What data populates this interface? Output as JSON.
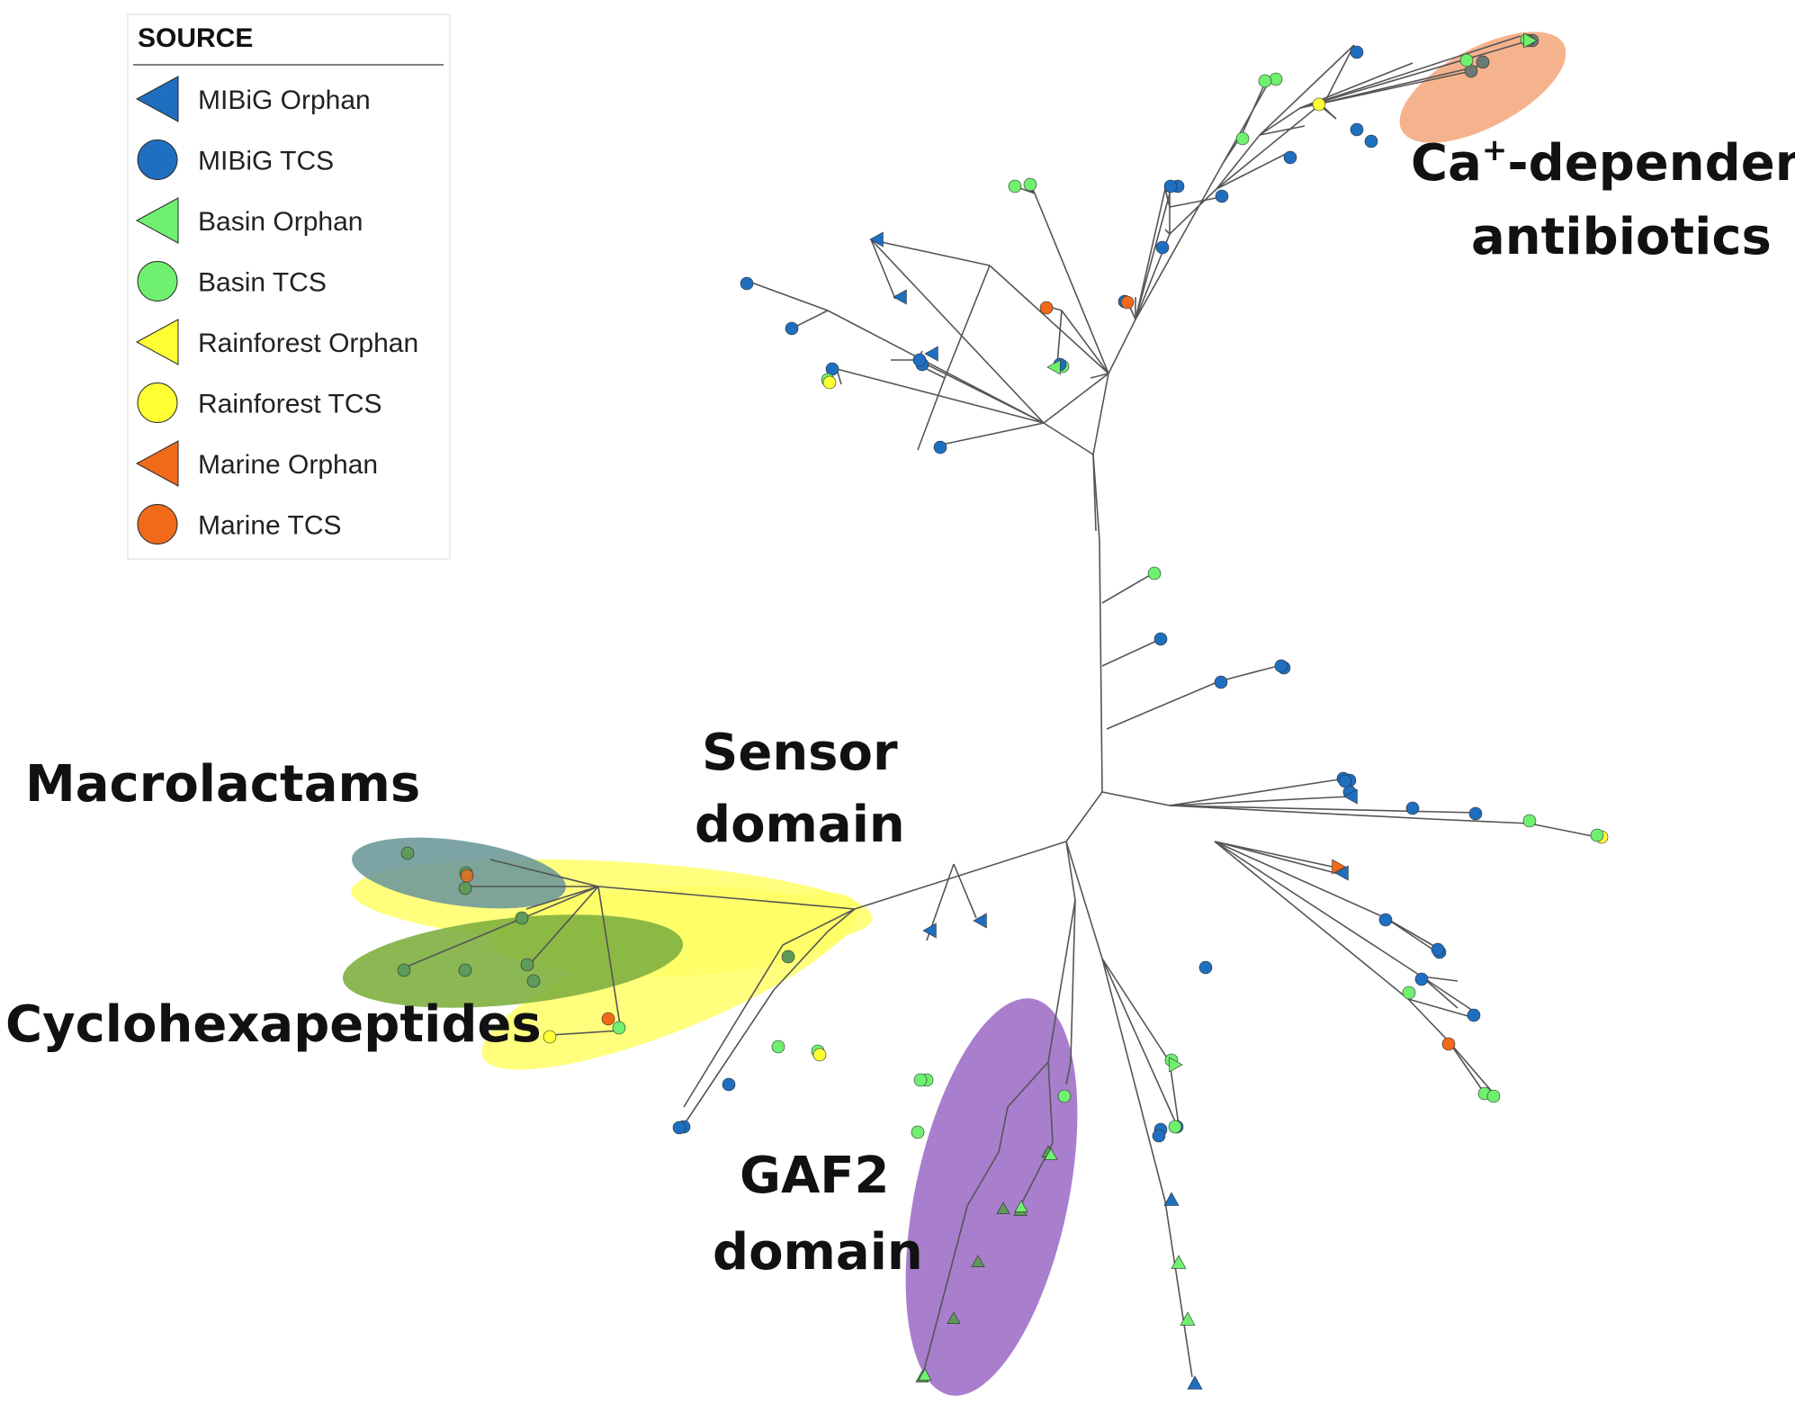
{
  "legend": {
    "title": "SOURCE",
    "items": [
      {
        "label": "MIBiG Orphan",
        "shape": "triangle",
        "color": "#1f6fc0"
      },
      {
        "label": "MIBiG TCS",
        "shape": "circle",
        "color": "#1f6fc0"
      },
      {
        "label": "Basin Orphan",
        "shape": "triangle",
        "color": "#6ff06f"
      },
      {
        "label": "Basin TCS",
        "shape": "circle",
        "color": "#6ff06f"
      },
      {
        "label": "Rainforest Orphan",
        "shape": "triangle",
        "color": "#ffff33"
      },
      {
        "label": "Rainforest TCS",
        "shape": "circle",
        "color": "#ffff33"
      },
      {
        "label": "Marine Orphan",
        "shape": "triangle",
        "color": "#f06a1a"
      },
      {
        "label": "Marine TCS",
        "shape": "circle",
        "color": "#f06a1a"
      }
    ]
  },
  "labels": {
    "ca_line1": "Ca",
    "ca_sup": "+",
    "ca_line1_rest": "-dependent",
    "ca_line2": "antibiotics",
    "sensor_line1": "Sensor",
    "sensor_line2": "domain",
    "macrolactams": "Macrolactams",
    "cyclohexapeptides": "Cyclohexapeptides",
    "gaf2_line1": "GAF2",
    "gaf2_line2": "domain"
  },
  "highlight_colors": {
    "ca": "#f2a070",
    "sensor": "#ffff66",
    "macrolactams": "#6f9a9a",
    "cyclohexapeptides": "#7fb040",
    "gaf2": "#a070c8"
  },
  "colors": {
    "mibig": "#1f6fc0",
    "basin": "#6ff06f",
    "rainforest": "#ffff33",
    "marine": "#f06a1a",
    "gray": "#6a7a72",
    "clade_green": "#5e9a5a",
    "branch": "#555555"
  }
}
